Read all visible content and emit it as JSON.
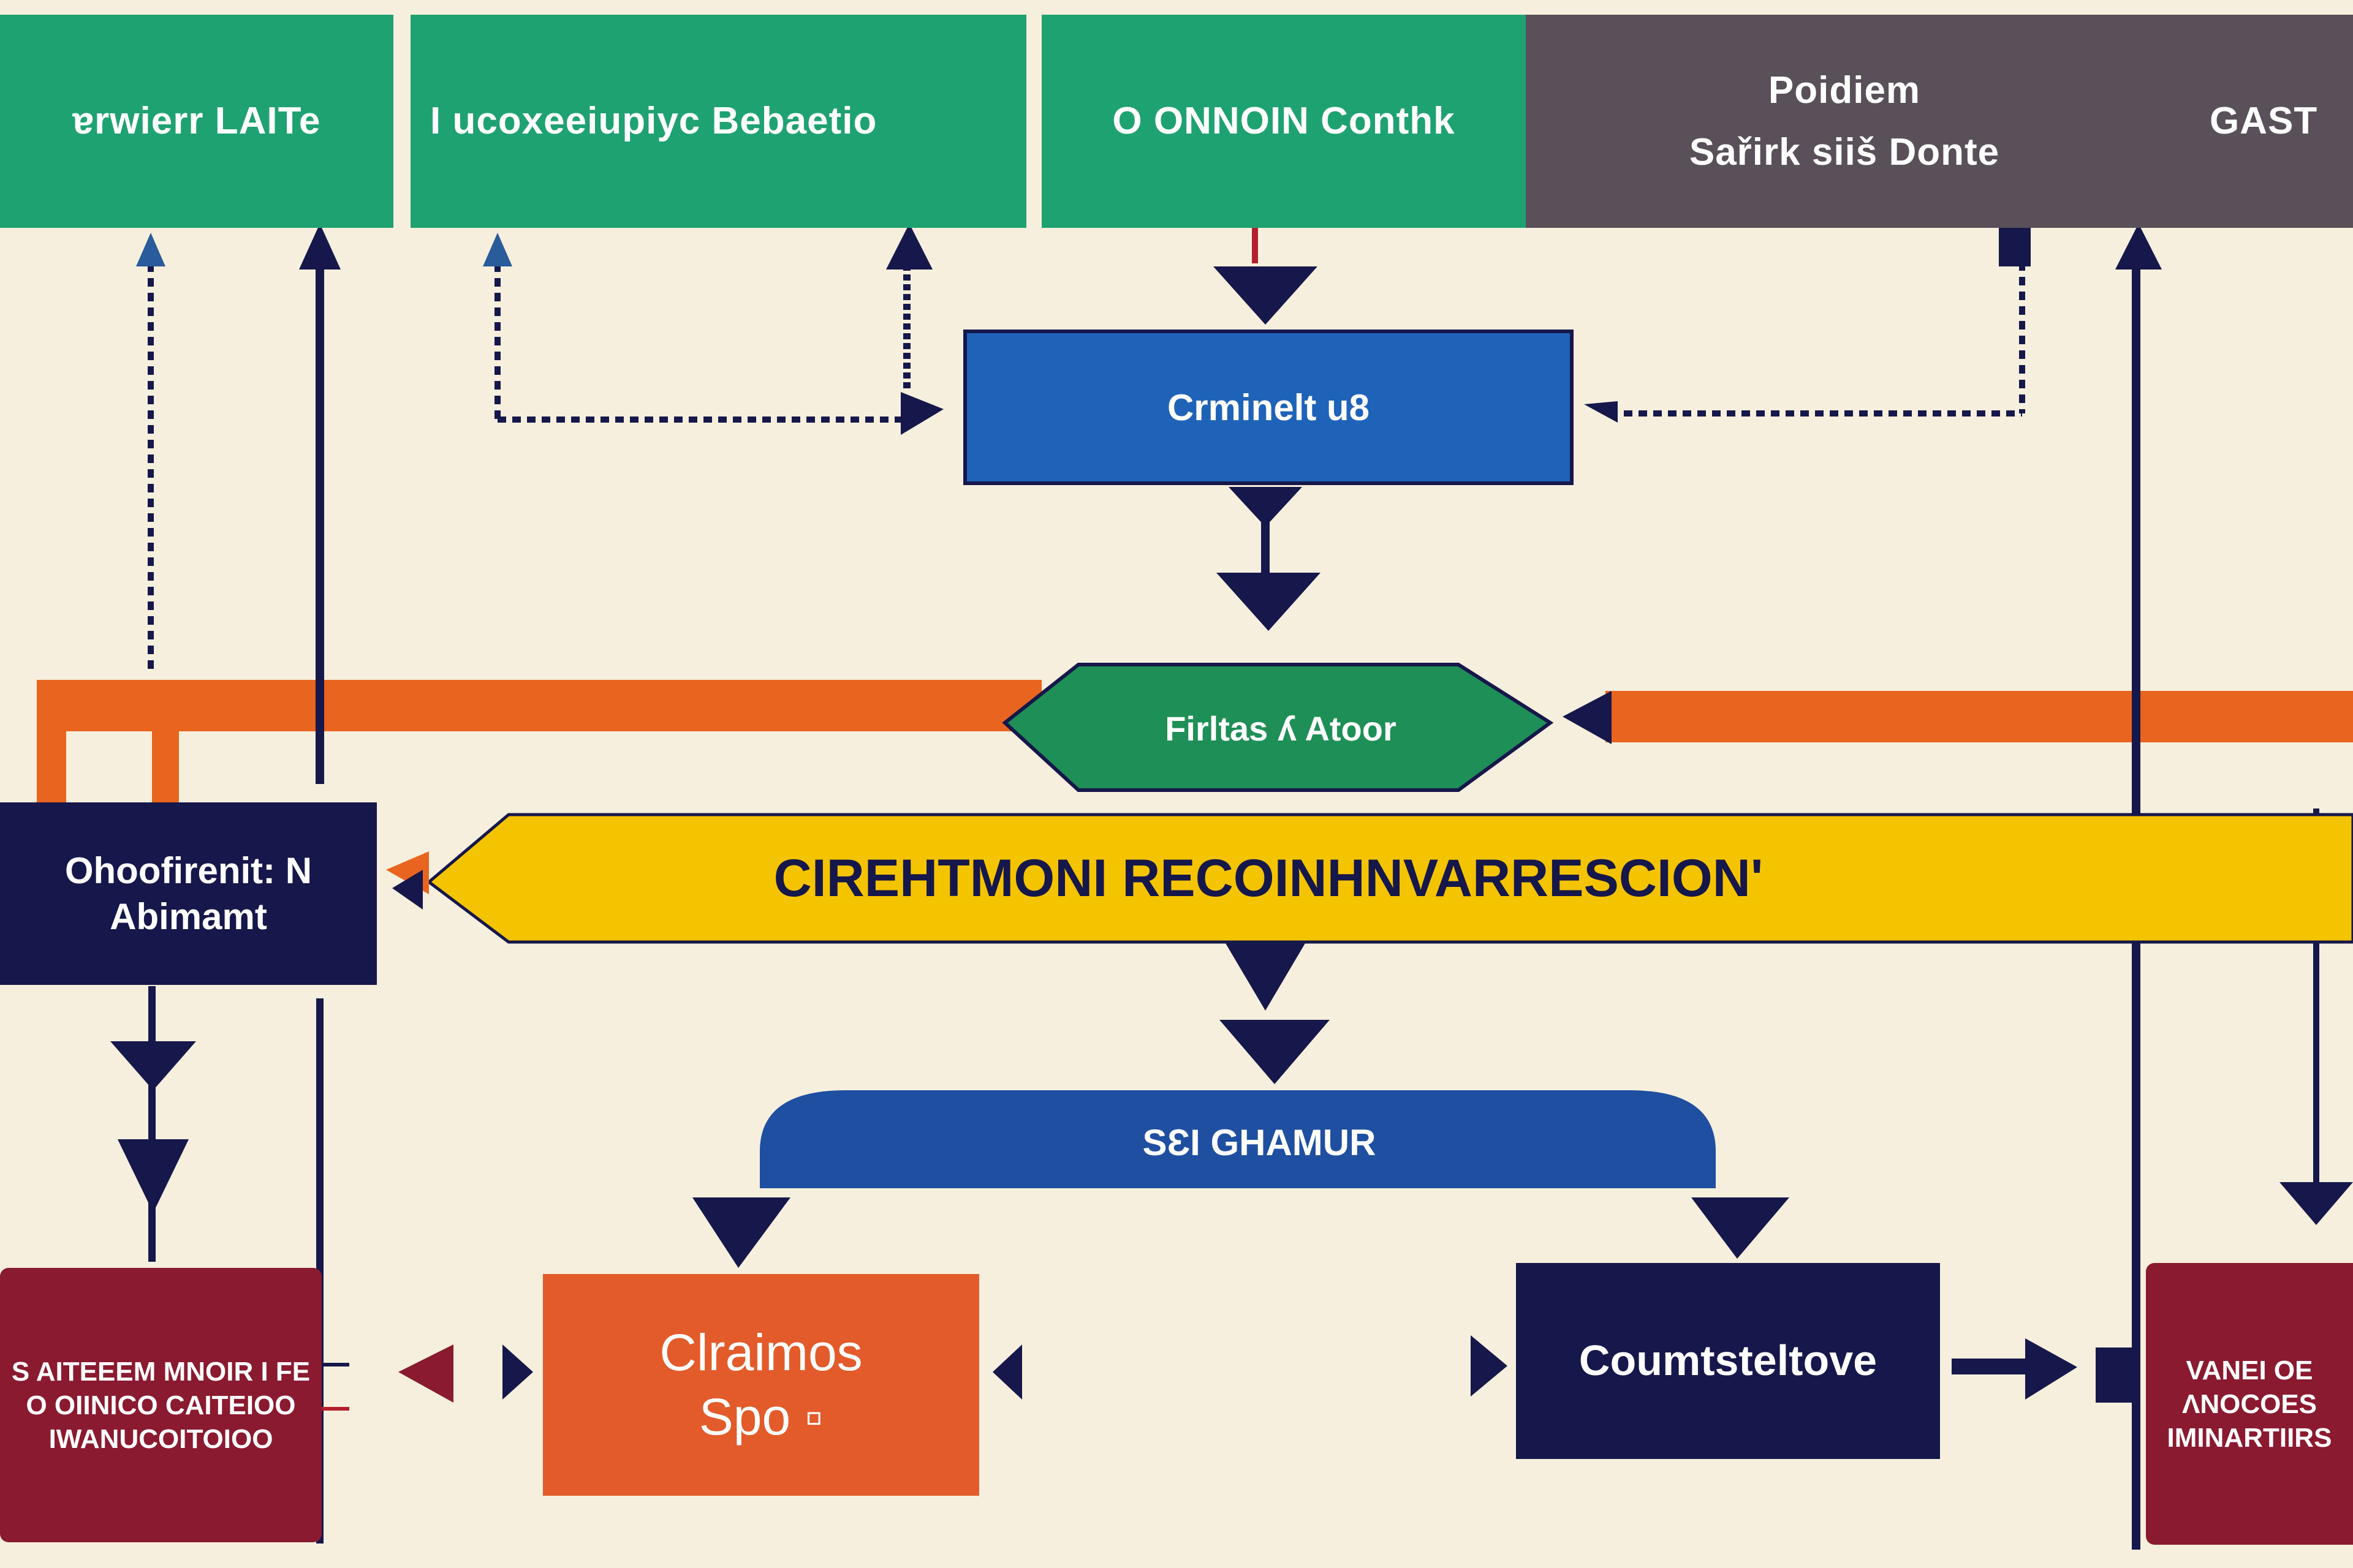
{
  "header": {
    "box1": "ɐrwierr LAITe",
    "box2": "I ucoxeeiupiyc Bebaetio",
    "box3": "O ONNOIN Conthk",
    "box4_line1": "Poidiem",
    "box4_line2": "Sařirk siiš Donte",
    "box5": "GAST"
  },
  "nodes": {
    "center_top": "Crminelt u8",
    "decision": "Firltas ʎ Atoor",
    "banner": "CIREHTMONI RECOINHNVARRESCION'",
    "left_mid": "Ohoofirenit: N\nAbimamt",
    "arch": "SƐI GHAMUR",
    "orange_box": "Clraimos\nSpo ▫",
    "navy_box": "Coumtsteltove",
    "left_bottom": "S AITEEEM MNOIR I FE\nO OIINICO CAITEIOO\nIWANUCOITOIOO",
    "right_bottom": "VANEI OE\nɅNOCOES\nIMINARTIIRS"
  },
  "colors": {
    "background": "#f6efdd",
    "green": "#1fa271",
    "gray": "#595059",
    "blue": "#1f63b8",
    "navy": "#16174a",
    "yellow": "#f5c400",
    "orange_bar": "#e9641f",
    "orange_box": "#e35b2a",
    "wine": "#8a1a2f"
  }
}
